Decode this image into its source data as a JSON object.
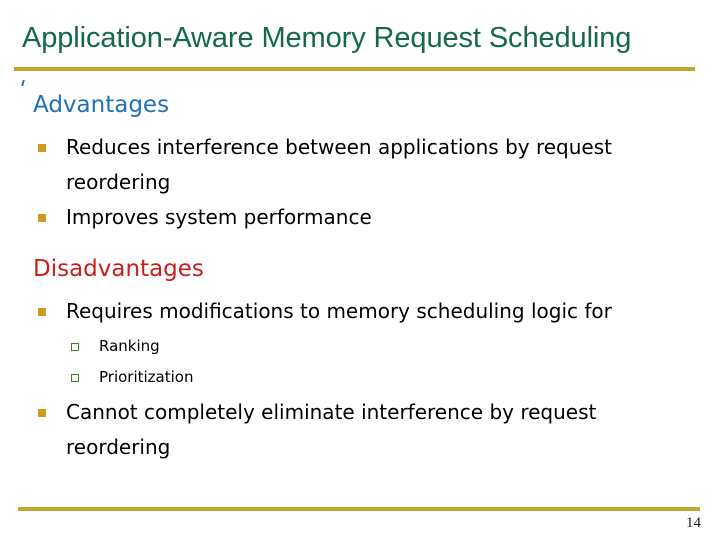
{
  "slide": {
    "title": "Application-Aware Memory Request Scheduling",
    "page_number": "14",
    "colors": {
      "title": "#15694a",
      "rule_gold": "#c5a62c",
      "advantages_heading": "#1f72b8",
      "disadvantages_heading": "#cc1d1d",
      "bullet_level1": "#cc9c1c",
      "bullet_level2": "#4a7a32",
      "body_text": "#000000",
      "background": "#ffffff"
    }
  },
  "sections": [
    {
      "heading": "Advantages",
      "bullets": [
        {
          "text": "Reduces interference between applications by request reordering",
          "sub": []
        },
        {
          "text": "Improves system performance",
          "sub": []
        }
      ]
    },
    {
      "heading": "Disadvantages",
      "bullets": [
        {
          "text": "Requires modifications to memory scheduling logic for",
          "sub": [
            "Ranking",
            "Prioritization"
          ]
        },
        {
          "text": "Cannot completely eliminate interference by request reordering",
          "sub": []
        }
      ]
    }
  ]
}
